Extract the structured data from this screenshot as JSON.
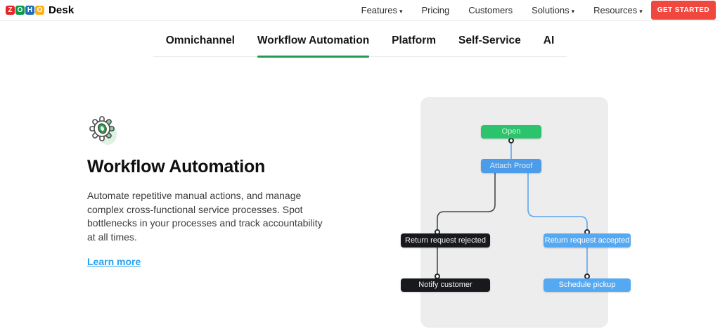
{
  "header": {
    "logo": {
      "letters": [
        {
          "char": "Z",
          "color": "#e42527"
        },
        {
          "char": "O",
          "color": "#089949"
        },
        {
          "char": "H",
          "color": "#226db4"
        },
        {
          "char": "O",
          "color": "#f9b21d"
        }
      ],
      "product": "Desk"
    },
    "nav": [
      {
        "label": "Features",
        "has_dropdown": true
      },
      {
        "label": "Pricing",
        "has_dropdown": false
      },
      {
        "label": "Customers",
        "has_dropdown": false
      },
      {
        "label": "Solutions",
        "has_dropdown": true
      },
      {
        "label": "Resources",
        "has_dropdown": true
      }
    ],
    "cta_label": "GET STARTED"
  },
  "icons": {
    "chevron_down": "▾"
  },
  "tabs": [
    {
      "label": "Omnichannel",
      "active": false
    },
    {
      "label": "Workflow Automation",
      "active": true
    },
    {
      "label": "Platform",
      "active": false
    },
    {
      "label": "Self-Service",
      "active": false
    },
    {
      "label": "AI",
      "active": false
    }
  ],
  "content": {
    "title": "Workflow Automation",
    "description": "Automate repetitive manual actions, and manage complex cross-functional service processes. Spot bottlenecks in your processes and track accountability at all times.",
    "link_label": "Learn more"
  },
  "colors": {
    "tab_active_underline": "#239b51",
    "cta_red": "#f0483e",
    "link_blue": "#2aa1f2",
    "panel_gray": "#ededee",
    "line_dark": "#46494f",
    "line_blue": "#5aa7ef",
    "dot_stroke": "#24262b",
    "dot_fill": "#ffffff"
  },
  "diagram": {
    "nodes": {
      "open": {
        "label": "Open",
        "color": "#2bc36b"
      },
      "attach": {
        "label": "Attach Proof",
        "color": "#4d9ce9"
      },
      "rejected": {
        "label": "Return request rejected",
        "color": "#17191d"
      },
      "accepted": {
        "label": "Return request accepted",
        "color": "#55a9f2"
      },
      "notify": {
        "label": "Notify customer",
        "color": "#17191d"
      },
      "schedule": {
        "label": "Schedule pickup",
        "color": "#55a9f2"
      }
    }
  }
}
